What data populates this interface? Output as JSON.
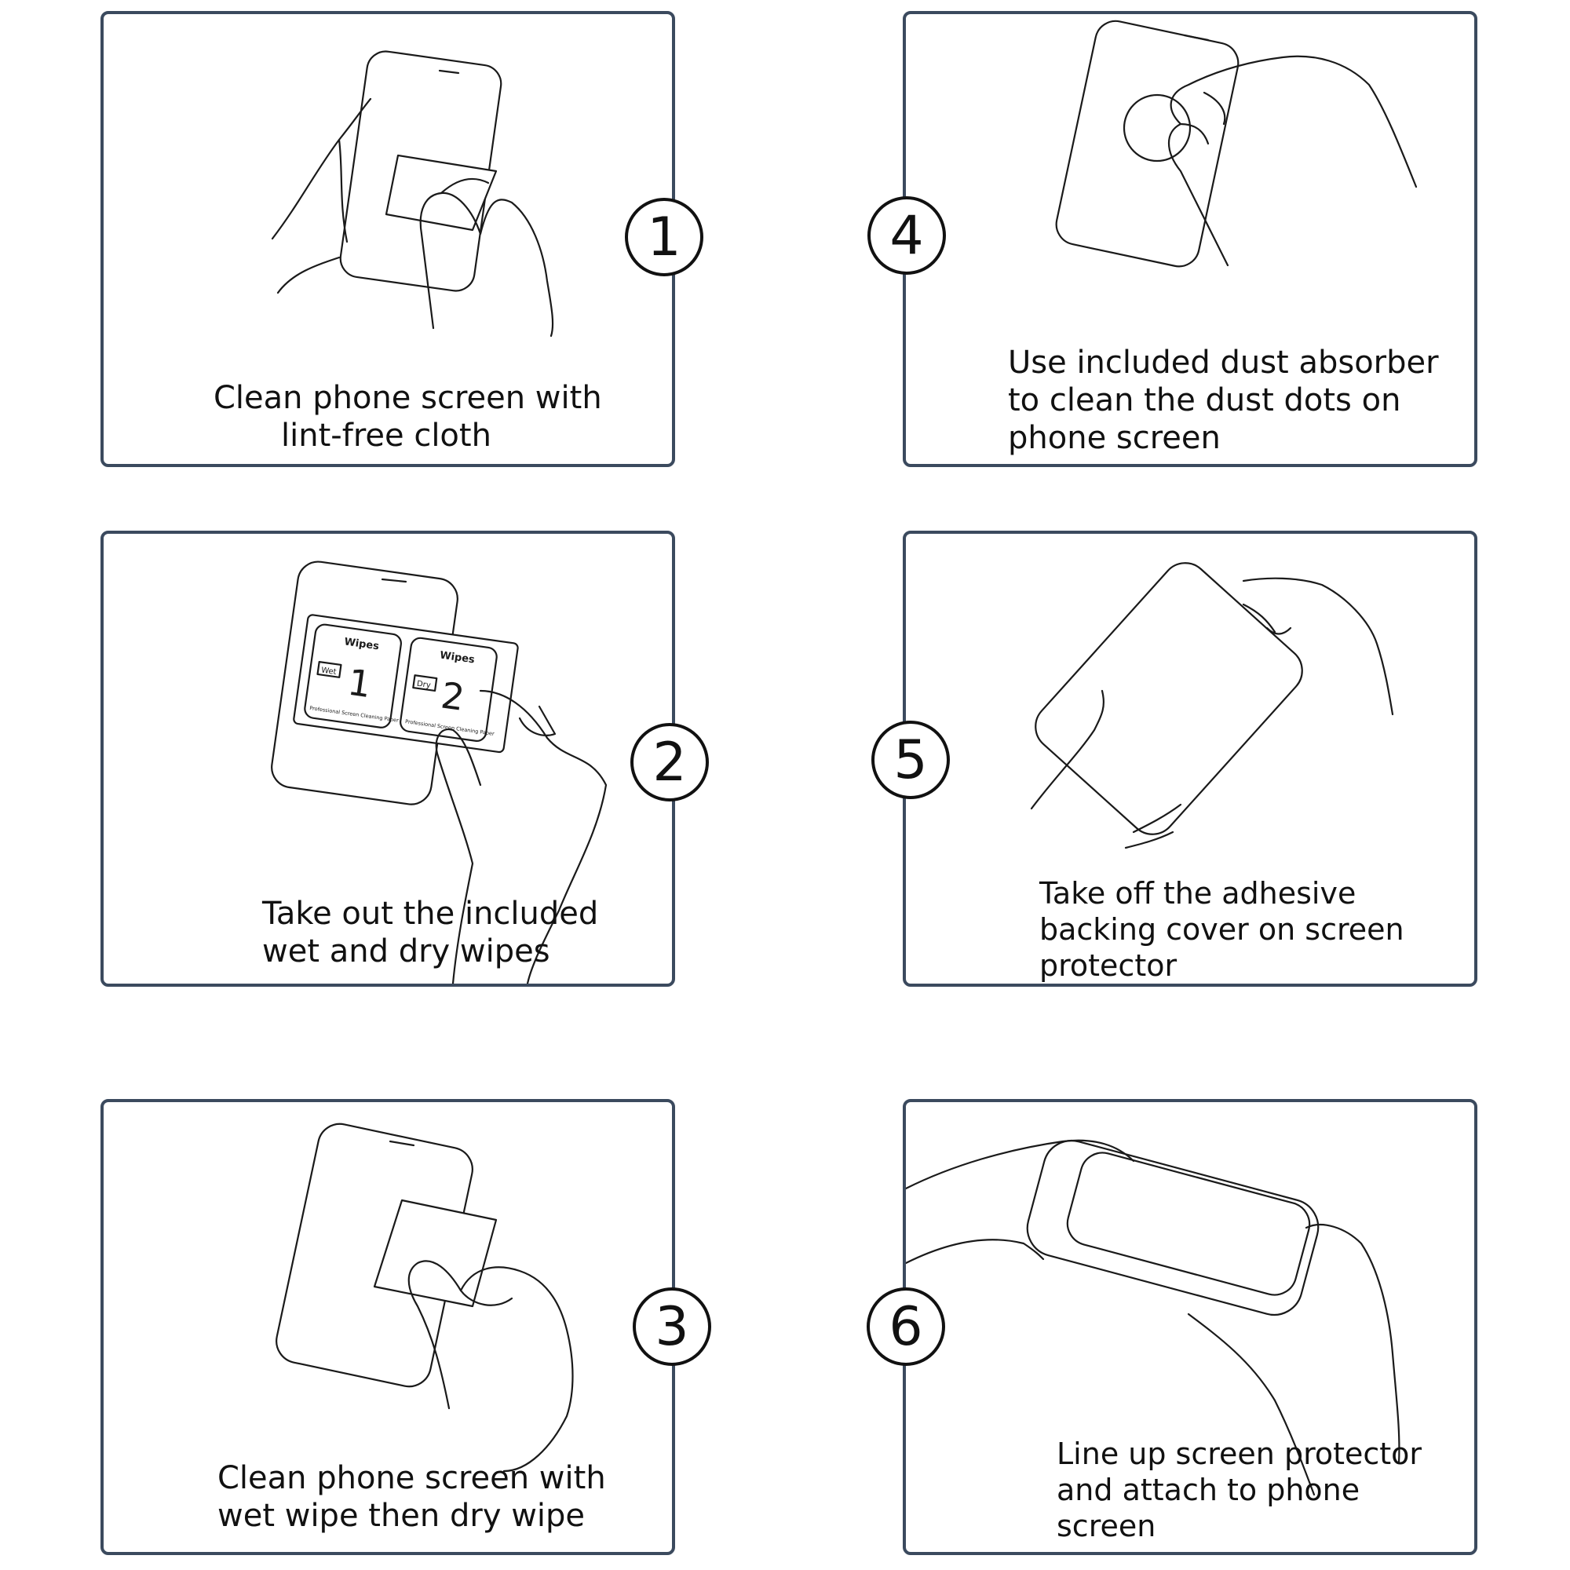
{
  "steps": [
    {
      "number": "1",
      "caption": [
        "Clean phone screen with",
        "lint-free cloth"
      ]
    },
    {
      "number": "2",
      "caption": [
        "Take out the included",
        "wet and dry wipes"
      ]
    },
    {
      "number": "3",
      "caption": [
        "Clean phone screen with",
        "wet wipe then dry wipe"
      ]
    },
    {
      "number": "4",
      "caption": [
        "Use included dust absorber",
        "to clean the dust dots on",
        "phone screen"
      ]
    },
    {
      "number": "5",
      "caption": [
        "Take off the adhesive",
        "backing cover on screen",
        "protector"
      ]
    },
    {
      "number": "6",
      "caption": [
        "Line up screen protector",
        "and attach to phone",
        "screen"
      ]
    }
  ],
  "wipes_packets": {
    "title": "Wipes",
    "wet_label": "Wet",
    "wet_number": "1",
    "dry_label": "Dry",
    "dry_number": "2",
    "paper_text": "Professional Screen Cleaning Paper"
  },
  "colors": {
    "panel_border": "#3b4a5e",
    "line_art": "#1a1a1a",
    "text": "#111111"
  }
}
